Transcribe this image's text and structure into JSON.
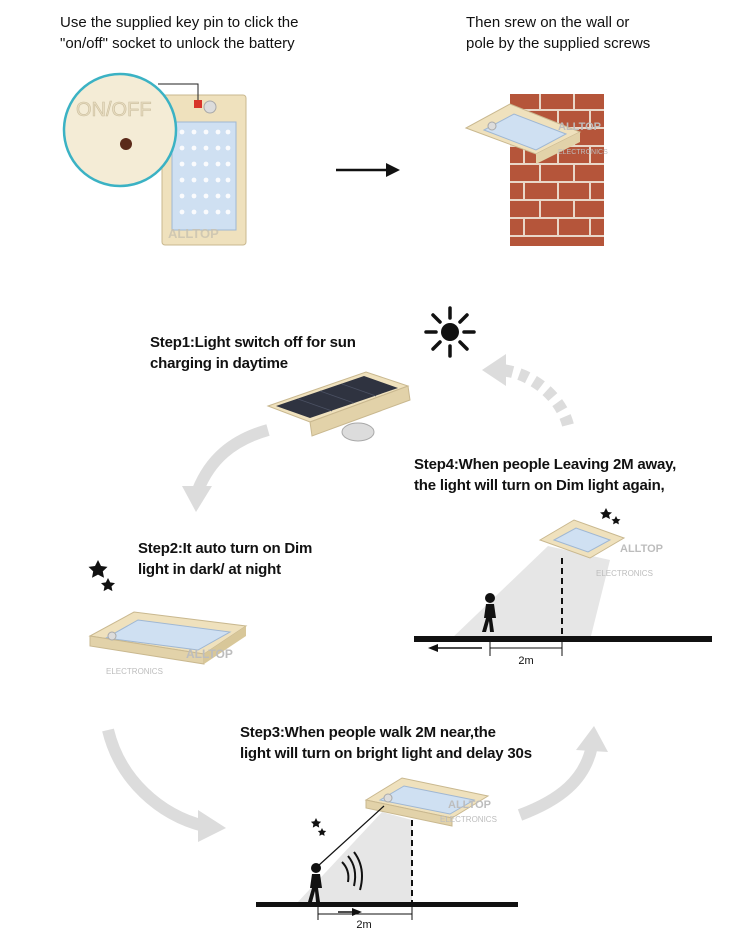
{
  "top": {
    "unlock_caption": "Use the supplied key pin to click  the\n\"on/off\" socket to unlock the battery",
    "screw_caption": "Then srew on the wall or\npole by the supplied screws",
    "onoff_label": "ON/OFF"
  },
  "brand": {
    "name": "ALLTOP",
    "sub": "ELECTRONICS"
  },
  "steps": {
    "step1": "Step1:Light switch off for sun\ncharging in daytime",
    "step2": "Step2:It auto turn on Dim\nlight in dark/ at night",
    "step3": "Step3:When people walk 2M near,the\nlight  will turn on bright light and delay 30s",
    "step4": "Step4:When people Leaving 2M away,\nthe light will turn on Dim light again,"
  },
  "distances": {
    "step4_distance": "2m",
    "step3_distance": "2m"
  },
  "colors": {
    "housing": "#efe1bd",
    "panel_blue": "#cfe0f2",
    "brick": "#b5553a",
    "arrow_gray": "#dcdcdc"
  }
}
